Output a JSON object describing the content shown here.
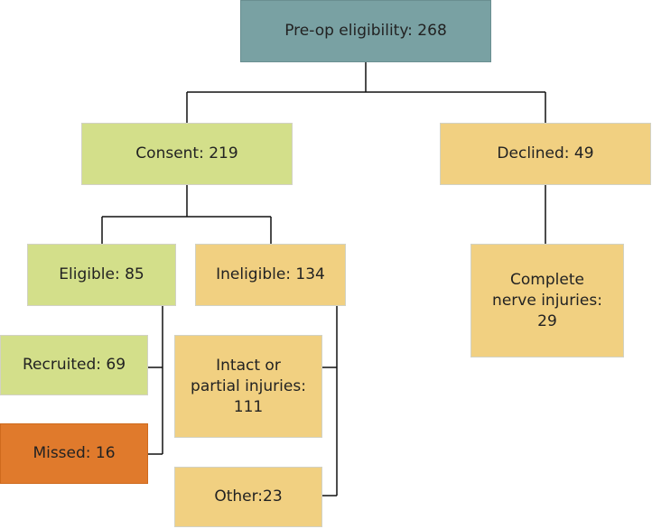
{
  "nodes": {
    "root": "Pre-op eligibility: 268",
    "consent": "Consent: 219",
    "declined": "Declined: 49",
    "eligible": "Eligible: 85",
    "ineligible": "Ineligible: 134",
    "complete": [
      "Complete",
      "nerve injuries:",
      "29"
    ],
    "recruited": "Recruited: 69",
    "intact": [
      "Intact or",
      "partial injuries:",
      "111"
    ],
    "missed": "Missed: 16",
    "other": "Other:23"
  },
  "colors": {
    "green": "#d3df8a",
    "tan": "#f1d081",
    "orange": "#e07a2c",
    "teal": "#79a1a3",
    "line": "#111111"
  }
}
